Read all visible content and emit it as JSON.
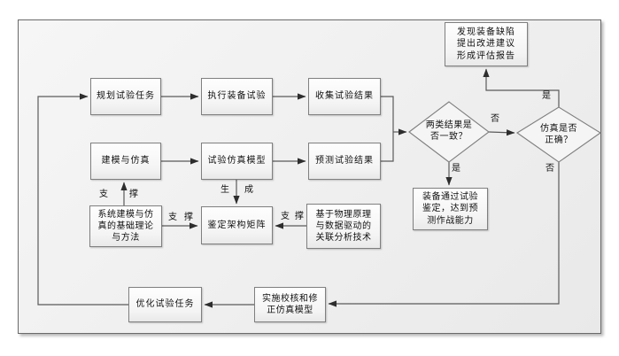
{
  "diagram": {
    "title_semantic": "equipment-test-and-simulation-evaluation-flowchart",
    "colors": {
      "frame_border": "#6a6a6a",
      "box_border": "#7f7f7f",
      "line": "#5a5a5a",
      "arrowhead": "#2d2d2d",
      "text": "#111111",
      "canvas_fill": "#efefef"
    },
    "boxes": {
      "plan_task": {
        "lines": [
          "规划试验任务"
        ]
      },
      "exec_test": {
        "lines": [
          "执行装备试验"
        ]
      },
      "collect_results": {
        "lines": [
          "收集试验结果"
        ]
      },
      "modeling_sim": {
        "lines": [
          "建模与仿真"
        ]
      },
      "sim_model": {
        "lines": [
          "试验仿真模型"
        ]
      },
      "predict_results": {
        "lines": [
          "预测试验结果"
        ]
      },
      "defect_report": {
        "lines": [
          "发现装备缺陷",
          "提出改进建议",
          "形成评估报告"
        ]
      },
      "theory": {
        "lines": [
          "系统建模与仿",
          "真的基础理论",
          "与方法"
        ]
      },
      "eval_matrix": {
        "lines": [
          "鉴定架构矩阵"
        ]
      },
      "physics": {
        "lines": [
          "基于物理原理",
          "与数据驱动的",
          "关联分析技术"
        ]
      },
      "pass_eval": {
        "lines": [
          "装备通过试验",
          "鉴定，达到预",
          "测作战能力"
        ]
      },
      "optimize": {
        "lines": [
          "优化试验任务"
        ]
      },
      "revise": {
        "lines": [
          "实施校核和修",
          "正仿真模型"
        ]
      }
    },
    "decisions": {
      "results_match": {
        "lines": [
          "两类结果是",
          "否一致？"
        ]
      },
      "sim_correct": {
        "lines": [
          "仿真是否",
          "正确？"
        ]
      }
    },
    "labels": {
      "branch_no_1": "否",
      "branch_yes_1": "是",
      "branch_yes_2": "是",
      "branch_no_2": "否",
      "support_up": {
        "first": "支",
        "second": "撑"
      },
      "support_right": {
        "first": "支",
        "second": "撑"
      },
      "support_left": {
        "first": "支",
        "second": "撑"
      },
      "generate": {
        "first": "生",
        "second": "成"
      }
    }
  }
}
